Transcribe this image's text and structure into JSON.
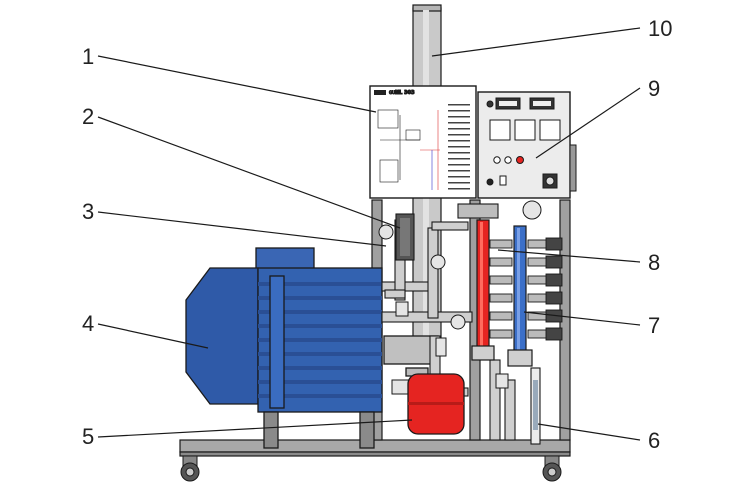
{
  "callouts": [
    {
      "id": "1",
      "label": "1"
    },
    {
      "id": "2",
      "label": "2"
    },
    {
      "id": "3",
      "label": "3"
    },
    {
      "id": "4",
      "label": "4"
    },
    {
      "id": "5",
      "label": "5"
    },
    {
      "id": "6",
      "label": "6"
    },
    {
      "id": "7",
      "label": "7"
    },
    {
      "id": "8",
      "label": "8"
    },
    {
      "id": "9",
      "label": "9"
    },
    {
      "id": "10",
      "label": "10"
    }
  ],
  "panel": {
    "brand": "GUNT",
    "model": "HL 303"
  },
  "colors": {
    "frame": "#9a9a9a",
    "pipe": "#c8c8c8",
    "motor_blue": "#2f5aa8",
    "hot_red": "#e52421",
    "cold_blue": "#3b6fc8",
    "outline": "#1a1a1a"
  }
}
